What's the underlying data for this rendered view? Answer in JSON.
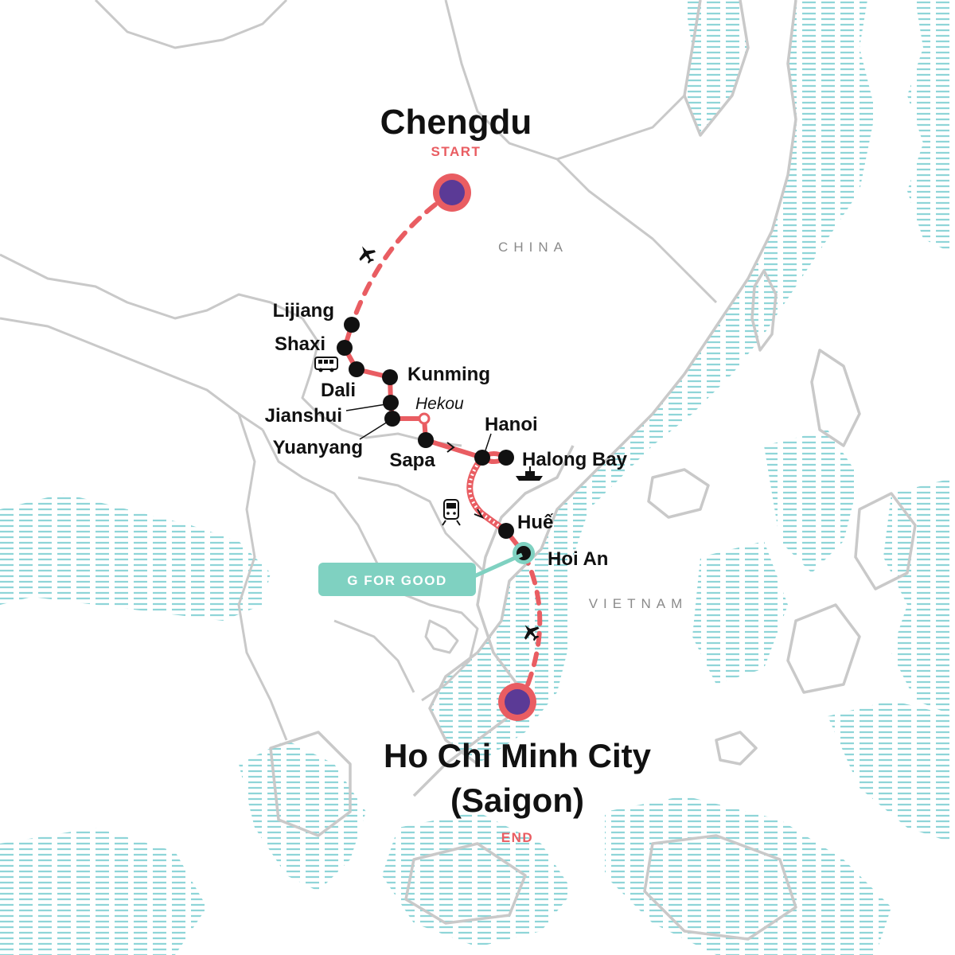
{
  "colors": {
    "route": "#e95d62",
    "endpoint_fill": "#5b3a96",
    "endpoint_ring": "#e95d62",
    "stop": "#111111",
    "highlight": "#7fd1c1",
    "water_lines": "#8fd5d8",
    "land_lines": "#c9c9c9"
  },
  "start": {
    "city": "Chengdu",
    "tag": "START"
  },
  "end": {
    "city_line1": "Ho Chi Minh City",
    "city_line2": "(Saigon)",
    "tag": "END"
  },
  "countries": {
    "china": "CHINA",
    "vietnam": "VIETNAM"
  },
  "stops": {
    "lijiang": "Lijiang",
    "shaxi": "Shaxi",
    "dali": "Dali",
    "kunming": "Kunming",
    "jianshui": "Jianshui",
    "yuanyang": "Yuanyang",
    "hekou": "Hekou",
    "sapa": "Sapa",
    "hanoi": "Hanoi",
    "halong_bay": "Halong Bay",
    "hue": "Huế",
    "hoi_an": "Hoi An"
  },
  "badge": {
    "label": "G FOR GOOD"
  },
  "transport_icons": [
    "plane-icon",
    "bus-icon",
    "train-icon",
    "boat-icon",
    "plane-icon"
  ]
}
